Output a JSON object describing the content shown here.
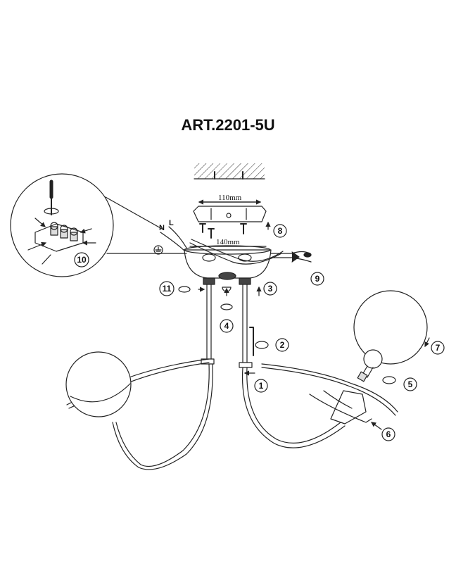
{
  "title": "ART.2201-5U",
  "dimensions": {
    "plate_width": "110mm",
    "canopy_width": "140mm"
  },
  "wire_labels": {
    "neutral": "N",
    "live": "L"
  },
  "steps": [
    "1",
    "2",
    "3",
    "4",
    "5",
    "6",
    "7",
    "8",
    "9",
    "10",
    "11"
  ],
  "icons": [
    "ground-symbol",
    "screwdriver-icon",
    "rotate-arrow-icon",
    "allen-key-icon",
    "light-bulb-icon",
    "glass-globe-icon"
  ]
}
